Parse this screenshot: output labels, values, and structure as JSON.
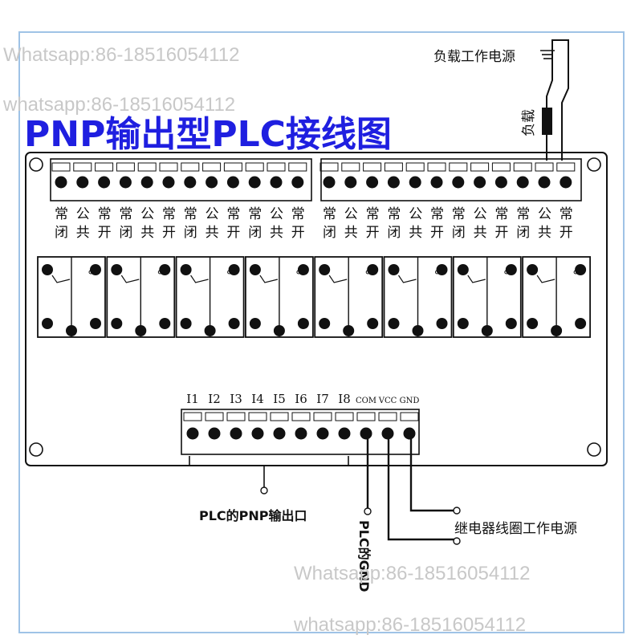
{
  "title": "PNP输出型PLC接线图",
  "load_power_label": "负载工作电源",
  "load_label": "负载",
  "terminal_chars": [
    "常",
    "闭",
    "公",
    "共",
    "常",
    "开"
  ],
  "input_labels": [
    "I1",
    "I2",
    "I3",
    "I4",
    "I5",
    "I6",
    "I7",
    "I8",
    "COM",
    "VCC",
    "GND"
  ],
  "plc_output_label": "PLC的PNP输出口",
  "plc_gnd_label": "PLC的GND",
  "coil_power_label": "继电器线圈工作电源",
  "watermarks": [
    "Whatsapp:86-18516054112",
    "whatsapp:86-18516054112",
    "Whatsapp:86-18516054112",
    "whatsapp:86-18516054112"
  ],
  "colors": {
    "title": "#1f1fe0",
    "frame": "#9fc3e6",
    "line": "#111111"
  }
}
